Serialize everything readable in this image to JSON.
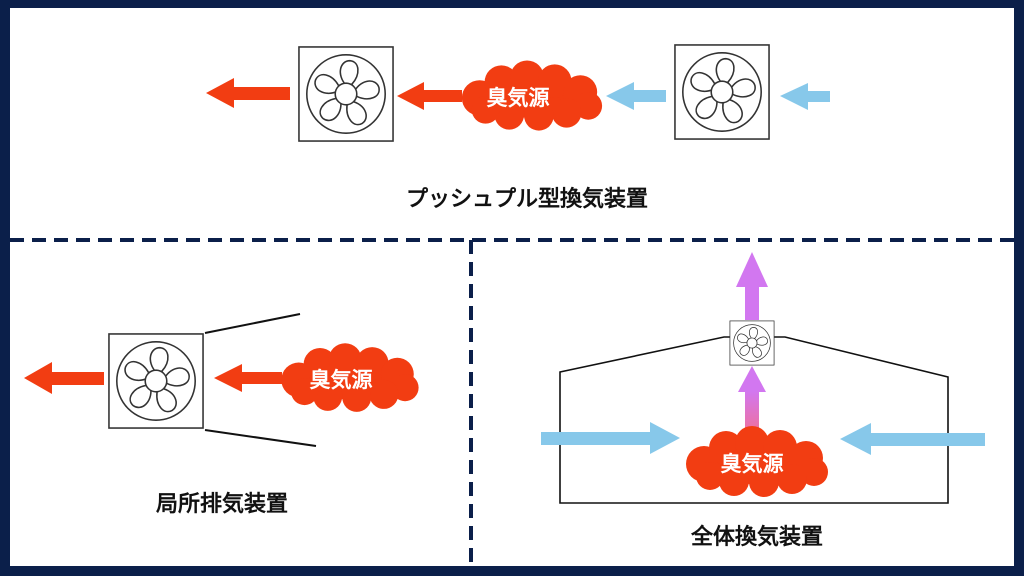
{
  "colors": {
    "frame": "#0b1f4a",
    "background": "#ffffff",
    "exhaust_arrow": "#f23d12",
    "intake_arrow": "#87c8ea",
    "vertical_flow": "#d277f0",
    "cloud": "#f23d12",
    "divider": "#0b1f4a"
  },
  "icons": {
    "fan": "fan-icon",
    "cloud": "odor-source-cloud"
  },
  "sections": {
    "push_pull": {
      "title": "プッシュプル型換気装置",
      "source_label": "臭気源"
    },
    "local_exhaust": {
      "title": "局所排気装置",
      "source_label": "臭気源"
    },
    "general": {
      "title": "全体換気装置",
      "source_label": "臭気源"
    }
  }
}
